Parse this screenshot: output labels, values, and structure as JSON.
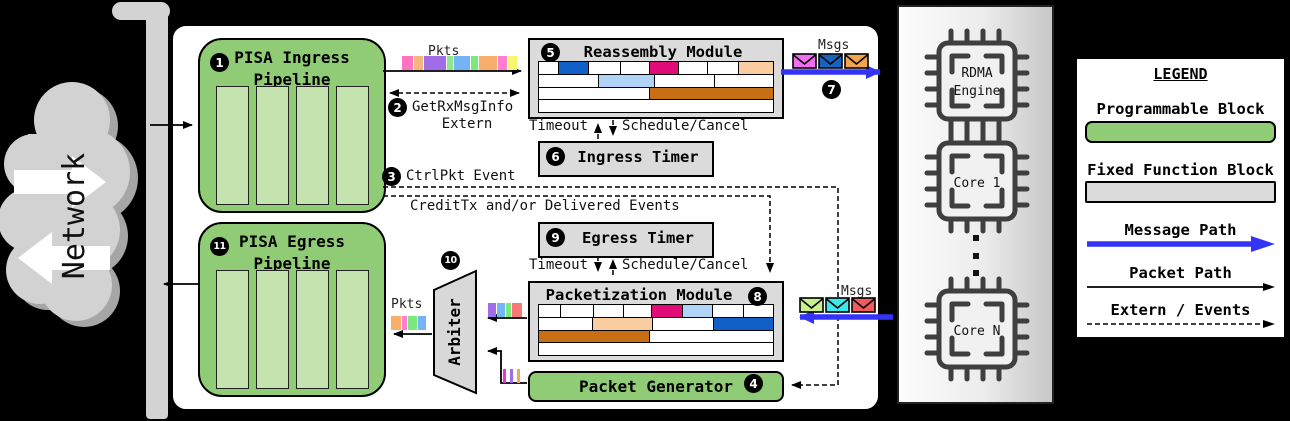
{
  "network": {
    "label": "Network"
  },
  "modules": {
    "ingress_pipeline_line1": "PISA Ingress",
    "ingress_pipeline_line2": "Pipeline",
    "egress_pipeline_line1": "PISA Egress",
    "egress_pipeline_line2": "Pipeline",
    "reassembly": "Reassembly Module",
    "ingress_timer": "Ingress Timer",
    "egress_timer": "Egress Timer",
    "packetization": "Packetization Module",
    "packet_generator": "Packet Generator",
    "arbiter": "Arbiter"
  },
  "badges": {
    "ingress_pipeline": "1",
    "getrxmsginfo": "2",
    "ctrlpkt": "3",
    "packet_generator": "4",
    "reassembly": "5",
    "ingress_timer": "6",
    "msg_path": "7",
    "packetization": "8",
    "egress_timer": "9",
    "arbiter": "10",
    "egress_pipeline": "11"
  },
  "labels": {
    "pkts_ingress": "Pkts",
    "pkts_egress": "Pkts",
    "msgs_ingress": "Msgs",
    "msgs_egress": "Msgs",
    "getrxmsginfo_line1": "GetRxMsgInfo",
    "getrxmsginfo_line2": "Extern",
    "ctrlpkt_event": "CtrlPkt Event",
    "credit_events": "CreditTx and/or Delivered Events",
    "timeout_ingress": "Timeout",
    "schedule_ingress": "Schedule/Cancel",
    "timeout_egress": "Timeout",
    "schedule_egress": "Schedule/Cancel"
  },
  "host": {
    "rdma_line1": "RDMA",
    "rdma_line2": "Engine",
    "core1": "Core 1",
    "coren": "Core N"
  },
  "legend": {
    "title": "LEGEND",
    "programmable": "Programmable Block",
    "fixed": "Fixed Function Block",
    "message": "Message Path",
    "packet": "Packet Path",
    "extern": "Extern / Events"
  },
  "colors": {
    "programmable_green": "#90cb76",
    "pipeline_lane_green": "#c4e3ae",
    "fixed_gray": "#dbdbdb",
    "message_blue": "#3434f6",
    "table_dark_blue": "#1060c8",
    "table_light_blue": "#afd4f8",
    "table_magenta": "#e00a78",
    "table_peach": "#facda0",
    "table_orange": "#c86e14"
  },
  "visual": {
    "pkts_ingress_squares": [
      {
        "w": 11,
        "c": "#ff72c2"
      },
      {
        "w": 9,
        "c": "#f6b57c"
      },
      {
        "w": 22,
        "c": "#a16ce8"
      },
      {
        "w": 6,
        "c": "#8ce88c"
      },
      {
        "w": 16,
        "c": "#74b4f4"
      },
      {
        "w": 7,
        "c": "#7ae87a"
      },
      {
        "w": 18,
        "c": "#f6ae6a"
      },
      {
        "w": 9,
        "c": "#ff7ed4"
      },
      {
        "w": 9,
        "c": "#f8f870"
      }
    ],
    "pkts_egress_squares": [
      {
        "w": 10,
        "c": "#f6ae6a"
      },
      {
        "w": 5,
        "c": "#ff7ed4"
      },
      {
        "w": 9,
        "c": "#7ae87a"
      },
      {
        "w": 8,
        "c": "#74b4f4"
      }
    ],
    "pkts_to_arbiter_squares": [
      {
        "w": 8,
        "c": "#a16ce8"
      },
      {
        "w": 8,
        "c": "#74b4f4"
      },
      {
        "w": 5,
        "c": "#7ae87a"
      },
      {
        "w": 10,
        "c": "#f87878"
      }
    ],
    "pktgen_bars": [
      {
        "w": 3,
        "c": "#f230d8"
      },
      {
        "w": 3,
        "c": "#9a70e8"
      },
      {
        "w": 3,
        "c": "#f2a85c"
      }
    ],
    "msgs_to_cores_envelopes": [
      "#f26ef0",
      "#1565c0",
      "#f2a44e"
    ],
    "msgs_from_cores_envelopes": [
      "#c8f08c",
      "#3ce8e8",
      "#f25c5c"
    ],
    "reassembly_table": [
      [
        {
          "w": 8,
          "c": "#ffffff"
        },
        {
          "w": 13,
          "c": "#1060c8"
        },
        {
          "w": 13.5,
          "c": "#ffffff"
        },
        {
          "w": 12.5,
          "c": "#ffffff"
        },
        {
          "w": 12.5,
          "c": "#e00a78"
        },
        {
          "w": 12.5,
          "c": "#ffffff"
        },
        {
          "w": 13,
          "c": "#ffffff"
        },
        {
          "w": 15,
          "c": "#facda0"
        }
      ],
      [
        {
          "w": 25,
          "c": "#ffffff"
        },
        {
          "w": 24,
          "c": "#afd4f8"
        },
        {
          "w": 26,
          "c": "#ffffff"
        },
        {
          "w": 25,
          "c": "#ffffff"
        }
      ],
      [
        {
          "w": 47,
          "c": "#ffffff"
        },
        {
          "w": 53,
          "c": "#c86e14"
        }
      ],
      [
        {
          "w": 100,
          "c": "#ffffff"
        }
      ]
    ],
    "packetization_table": [
      [
        {
          "w": 9,
          "c": "#ffffff"
        },
        {
          "w": 14,
          "c": "#ffffff"
        },
        {
          "w": 13,
          "c": "#ffffff"
        },
        {
          "w": 12,
          "c": "#ffffff"
        },
        {
          "w": 13,
          "c": "#e00a78"
        },
        {
          "w": 13,
          "c": "#afd4f8"
        },
        {
          "w": 13,
          "c": "#ffffff"
        },
        {
          "w": 13,
          "c": "#ffffff"
        }
      ],
      [
        {
          "w": 22.5,
          "c": "#ffffff"
        },
        {
          "w": 26,
          "c": "#facda0"
        },
        {
          "w": 26,
          "c": "#ffffff"
        },
        {
          "w": 25.5,
          "c": "#1060c8"
        }
      ],
      [
        {
          "w": 47,
          "c": "#c86e14"
        },
        {
          "w": 53,
          "c": "#ffffff"
        }
      ],
      [
        {
          "w": 100,
          "c": "#ffffff"
        }
      ]
    ]
  }
}
